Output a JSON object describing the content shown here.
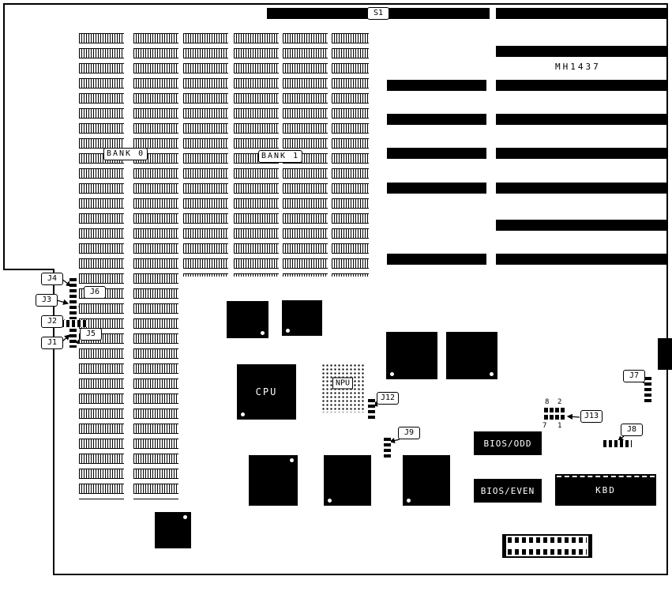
{
  "labels": {
    "s1": "S1",
    "mh": "MH1437",
    "bank0": "BANK 0",
    "bank1": "BANK 1",
    "cpu": "CPU",
    "npu": "NPU",
    "bios_odd": "BIOS/ODD",
    "bios_even": "BIOS/EVEN",
    "kbd": "KBD",
    "j1": "J1",
    "j2": "J2",
    "j3": "J3",
    "j4": "J4",
    "j5": "J5",
    "j6": "J6",
    "j7": "J7",
    "j8": "J8",
    "j9": "J9",
    "j12": "J12",
    "j13": "J13",
    "j13_pins": {
      "tl": "8",
      "tr": "2",
      "bl": "7",
      "br": "1"
    }
  },
  "colors": {
    "ink": "#000000",
    "paper": "#ffffff"
  }
}
